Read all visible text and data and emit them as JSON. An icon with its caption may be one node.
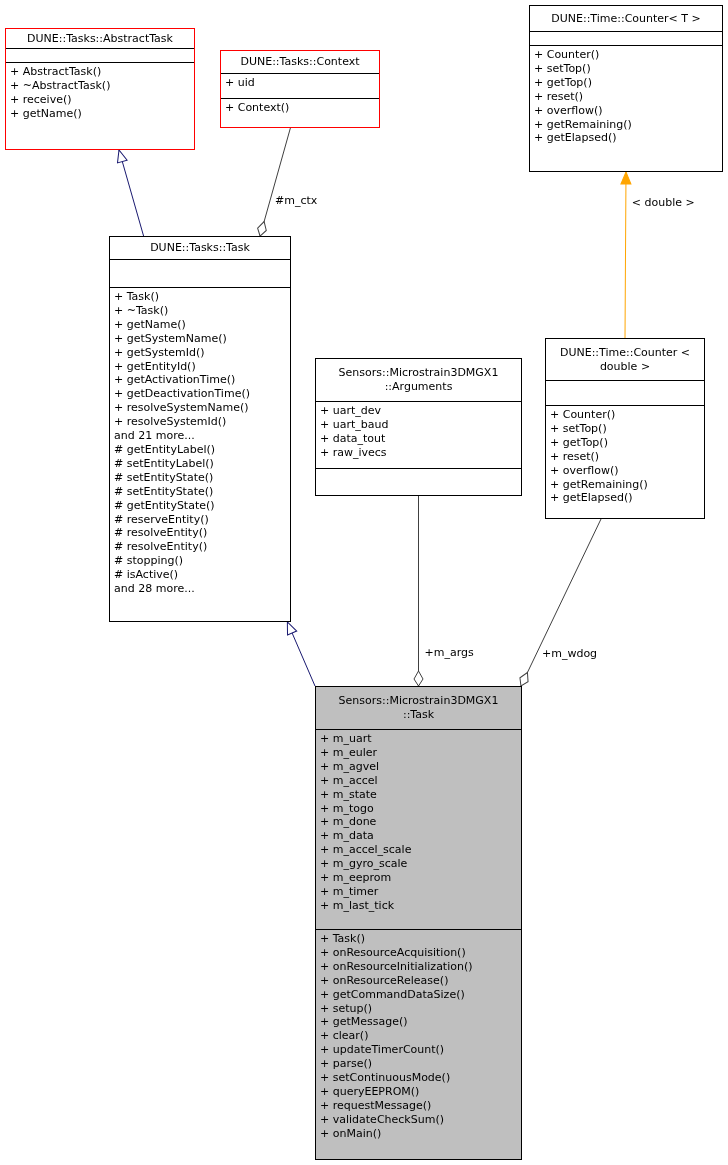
{
  "diagram": {
    "nodes": [
      {
        "text": [
          "DUNE::Tasks::AbstractTask"
        ]
      },
      {
        "text": [],
        "shape": "box",
        "in": 0
      },
      {
        "text": [
          "+ AbstractTask()",
          "+ ~AbstractTask()",
          "+ receive()",
          "+ getName()"
        ],
        "in": 0
      },
      {
        "text": [
          "DUNE::Tasks::Context"
        ]
      },
      {
        "text": [
          "+ uid"
        ],
        "in": 3
      },
      {
        "text": [
          "+ Context()"
        ],
        "in": 3
      },
      {
        "text": [
          "DUNE::Time::Counter< T >"
        ]
      },
      {
        "text": [],
        "shape": "box",
        "in": 6
      },
      {
        "text": [
          "+ Counter()",
          "+ setTop()",
          "+ getTop()",
          "+ reset()",
          "+ overflow()",
          "+ getRemaining()",
          "+ getElapsed()"
        ],
        "in": 6
      },
      {
        "text": [
          "DUNE::Tasks::Task"
        ]
      },
      {
        "text": [],
        "shape": "box",
        "in": 9
      },
      {
        "text": [
          "+ Task()",
          "+ ~Task()",
          "+ getName()",
          "+ getSystemName()",
          "+ getSystemId()",
          "+ getEntityId()",
          "+ getActivationTime()",
          "+ getDeactivationTime()",
          "+ resolveSystemName()",
          "+ resolveSystemId()",
          "and 21 more...",
          "# getEntityLabel()",
          "# setEntityLabel()",
          "# setEntityState()",
          "# setEntityState()",
          "# getEntityState()",
          "# reserveEntity()",
          "# resolveEntity()",
          "# resolveEntity()",
          "# stopping()",
          "# isActive()",
          "and 28 more..."
        ],
        "in": 9
      },
      {
        "text": [
          "Sensors::Microstrain3DMGX1 ::Arguments"
        ]
      },
      {
        "text": [
          "+ uart_dev",
          "+ uart_baud",
          "+ data_tout",
          "+ raw_ivecs"
        ],
        "in": 12
      },
      {
        "text": [],
        "shape": "box",
        "in": 12
      },
      {
        "text": [
          "DUNE::Time::Counter < double >"
        ]
      },
      {
        "text": [],
        "shape": "box",
        "in": 15
      },
      {
        "text": [
          "+ Counter()",
          "+ setTop()",
          "+ getTop()",
          "+ reset()",
          "+ overflow()",
          "+ getRemaining()",
          "+ getElapsed()"
        ],
        "in": 15
      },
      {
        "text": [
          "Sensors::Microstrain3DMGX1 ::Task"
        ]
      },
      {
        "text": [
          "+ m_uart",
          "+ m_euler",
          "+ m_agvel",
          "+ m_accel",
          "+ m_state",
          "+ m_togo",
          "+ m_done",
          "+ m_data",
          "+ m_accel_scale",
          "+ m_gyro_scale",
          "+ m_eeprom",
          "+ m_timer",
          "+ m_last_tick"
        ],
        "in": 18
      },
      {
        "text": [
          "+ Task()",
          "+ onResourceAcquisition()",
          "+ onResourceInitialization()",
          "+ onResourceRelease()",
          "+ getCommandDataSize()",
          "+ setup()",
          "+ getMessage()",
          "+ clear()",
          "+ updateTimerCount()",
          "+ parse()",
          "+ setContinuousMode()",
          "+ queryEEPROM()",
          "+ requestMessage()",
          "+ validateCheckSum()",
          "+ onMain()"
        ],
        "in": 18
      }
    ],
    "edges": [
      {
        "from": 9,
        "to": 0,
        "arrow": "to",
        "color": "#191970"
      },
      {
        "from": 9,
        "to": 3,
        "arrow": "other",
        "label": "#m_ctx"
      },
      {
        "from": 18,
        "to": 9,
        "arrow": "to",
        "color": "#191970"
      },
      {
        "from": 18,
        "to": 12,
        "arrow": "other",
        "label": "+m_args"
      },
      {
        "from": 18,
        "to": 15,
        "arrow": "other",
        "label": "+m_wdog"
      },
      {
        "from": 15,
        "to": 6,
        "arrow": "to",
        "label": "< double >",
        "color": "#ffa500"
      }
    ]
  }
}
